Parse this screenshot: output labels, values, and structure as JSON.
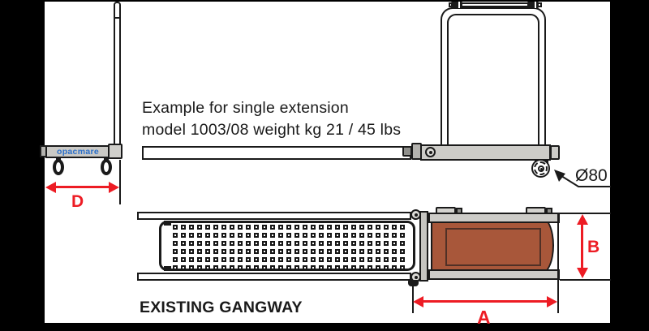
{
  "annotation": {
    "line1": "Example for single extension",
    "line2": "model 1003/08 weight kg 21 / 45 lbs"
  },
  "labels": {
    "brand": "opacmare",
    "dim_d": "D",
    "dim_a": "A",
    "dim_b": "B",
    "wheel_diameter": "Ø80",
    "existing_gangway": "EXISTING GANGWAY"
  },
  "perforation": {
    "cols": 29,
    "rows": 6
  },
  "colors": {
    "dimension_red": "#ed1c24",
    "brand_blue": "#2b6fc9",
    "deck_brown": "#a8573a",
    "tube_gray": "#cdccc8",
    "ink": "#1a1a1a",
    "frame_black": "#000000"
  }
}
